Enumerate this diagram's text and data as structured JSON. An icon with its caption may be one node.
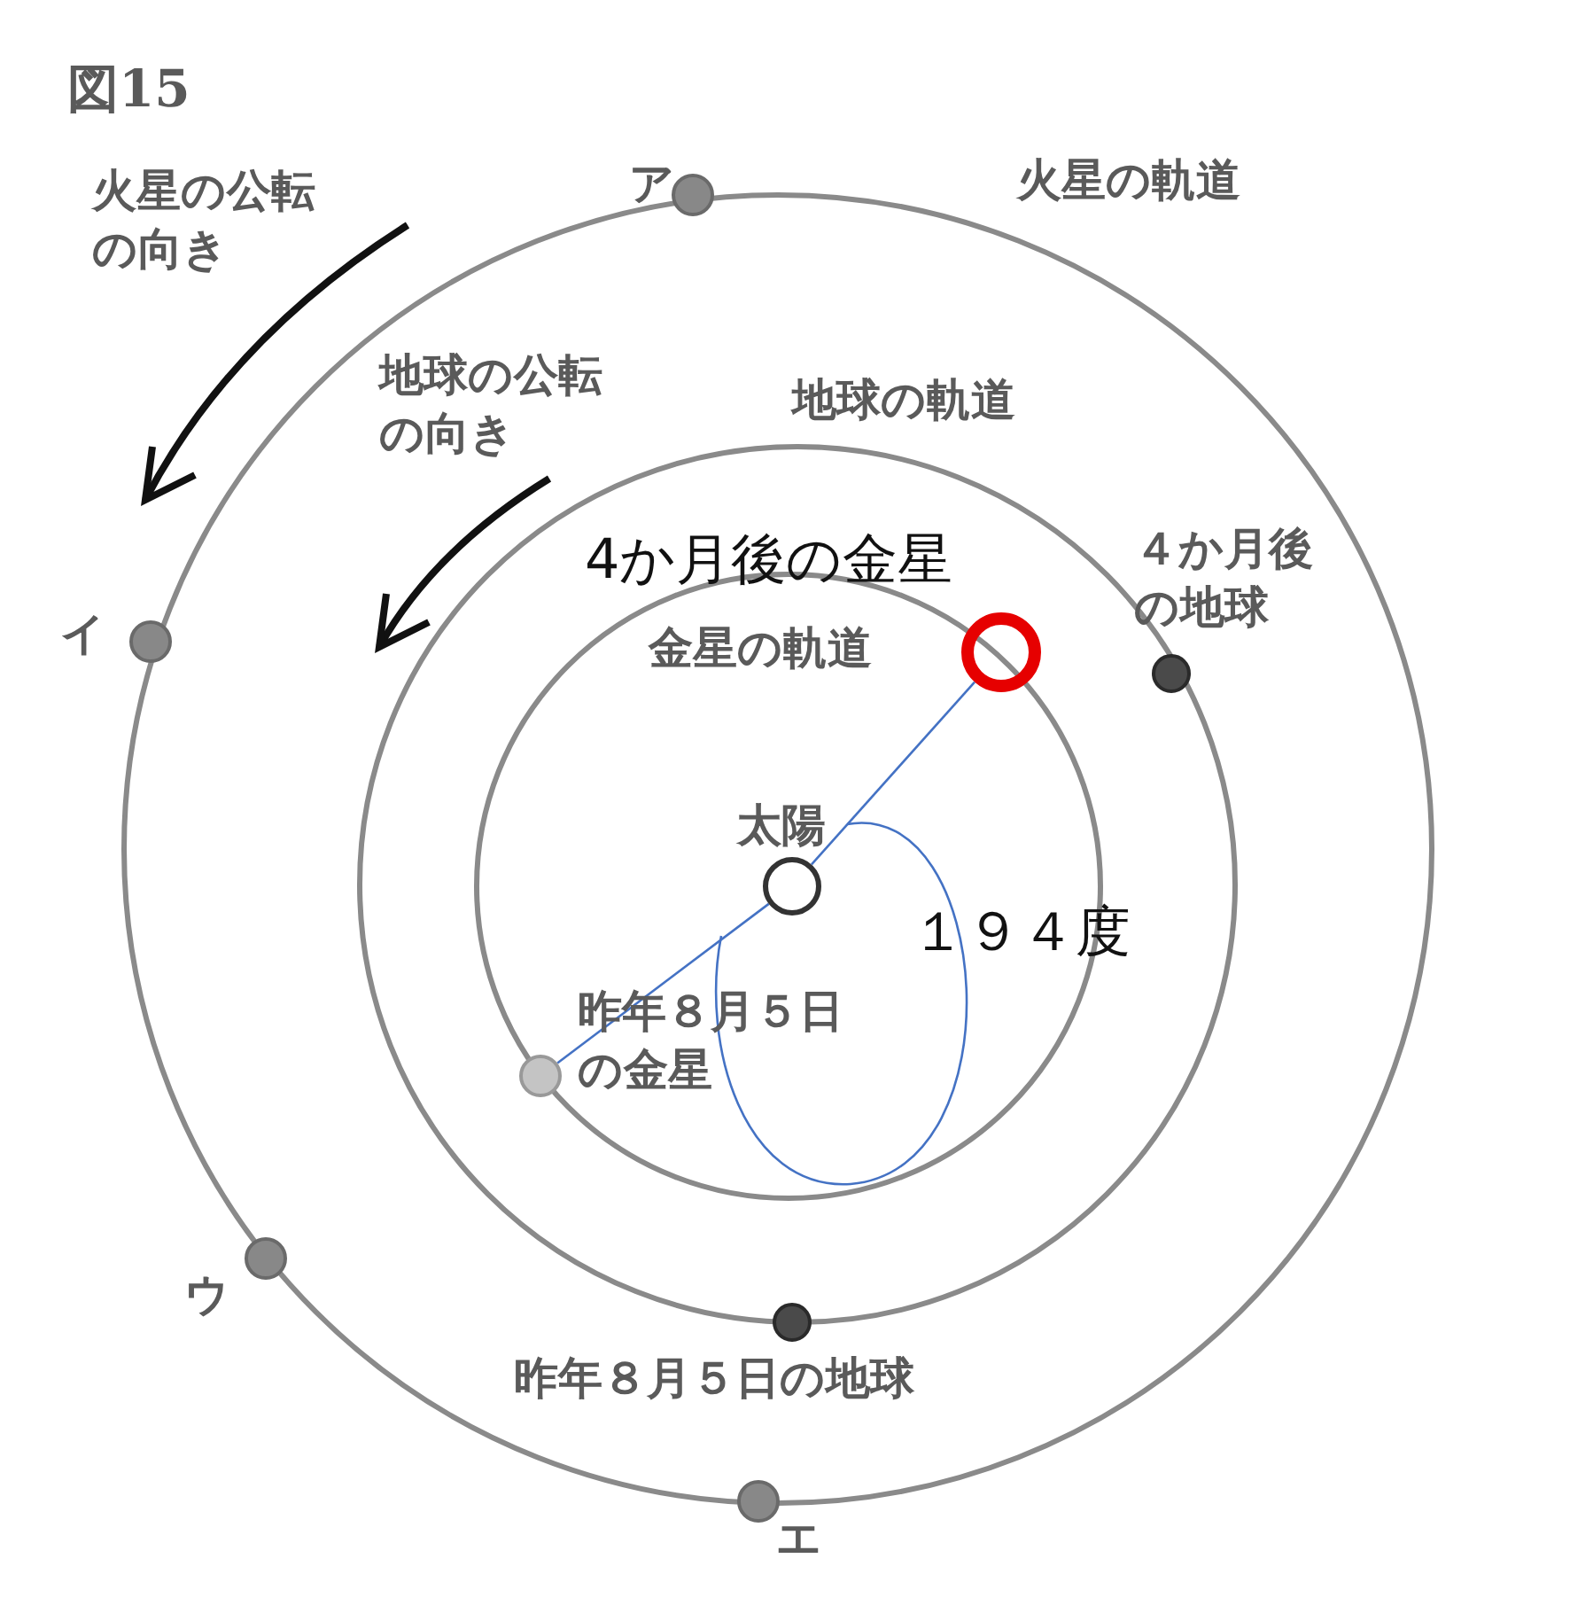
{
  "diagram": {
    "title": "図15",
    "nodes": [
      {
        "text": [
          "ア"
        ]
      },
      {
        "text": [
          "イ"
        ]
      },
      {
        "text": [
          "4か月後の金星"
        ]
      },
      {
        "text": [
          "４か月後の地球"
        ]
      },
      {
        "text": [
          "太陽"
        ]
      },
      {
        "text": [
          "昨年８月５日の金星"
        ]
      },
      {
        "text": [
          "ウ"
        ]
      },
      {
        "text": [
          "昨年８月５日の地球"
        ]
      },
      {
        "text": [
          "エ"
        ]
      }
    ],
    "edges": [
      {
        "from": 5,
        "to": 4,
        "arrow": "none",
        "color": "#4472c4"
      },
      {
        "from": 4,
        "to": 2,
        "arrow": "none",
        "color": "#4472c4"
      }
    ],
    "labels": [
      "火星の公転の向き",
      "火星の軌道",
      "地球の公転の向き",
      "地球の軌道",
      "金星の軌道",
      "１９４度"
    ]
  }
}
